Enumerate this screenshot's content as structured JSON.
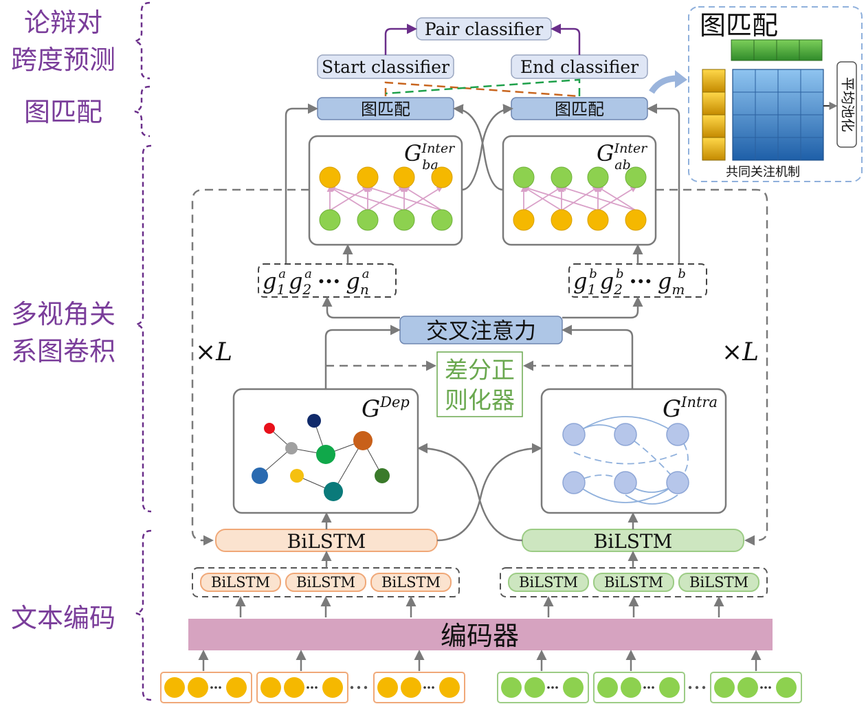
{
  "stages": {
    "span_line1": "论辩对",
    "span_line2": "跨度预测",
    "graph_match": "图匹配",
    "gcn_line1": "多视角关",
    "gcn_line2": "系图卷积",
    "encoding": "文本编码"
  },
  "classifiers": {
    "pair": "Pair classifier",
    "start": "Start classifier",
    "end": "End classifier"
  },
  "graph_match": {
    "left_label": "图匹配",
    "right_label": "图匹配",
    "inset_title": "图匹配",
    "pooling_label": "平均池化",
    "coattention_label": "共同关注机制"
  },
  "graphs": {
    "inter_ba": {
      "base": "G",
      "sup": "Inter",
      "sub": "ba"
    },
    "inter_ab": {
      "base": "G",
      "sup": "Inter",
      "sub": "ab"
    },
    "dep": {
      "base": "G",
      "sup": "Dep"
    },
    "intra": {
      "base": "G",
      "sup": "Intra"
    }
  },
  "sequences": {
    "a": {
      "g": "g",
      "first_sub": "1",
      "second_sub": "2",
      "last_sub": "n",
      "sup": "a",
      "ellipsis": "···"
    },
    "b": {
      "g": "g",
      "first_sub": "1",
      "second_sub": "2",
      "last_sub": "m",
      "sup": "b",
      "ellipsis": "···"
    }
  },
  "cross_attention": "交叉注意力",
  "diff_reg_line1": "差分正",
  "diff_reg_line2": "则化器",
  "repeat": {
    "times": "×",
    "var": "L"
  },
  "bilstm": {
    "main_left": "BiLSTM",
    "main_right": "BiLSTM",
    "small": [
      "BiLSTM",
      "BiLSTM",
      "BiLSTM",
      "BiLSTM",
      "BiLSTM",
      "BiLSTM"
    ]
  },
  "encoder": "编码器",
  "colors": {
    "stage_purple": "#7a3d9a",
    "orange_node": "#f5b800",
    "green_node": "#8dd14f",
    "blue_box": "#aec6e6",
    "encoder_pink": "#d6a3c0",
    "bilstm_orange_fill": "#fbe3cf",
    "bilstm_green_fill": "#cde6c0",
    "diff_green": "#6aa84f"
  }
}
